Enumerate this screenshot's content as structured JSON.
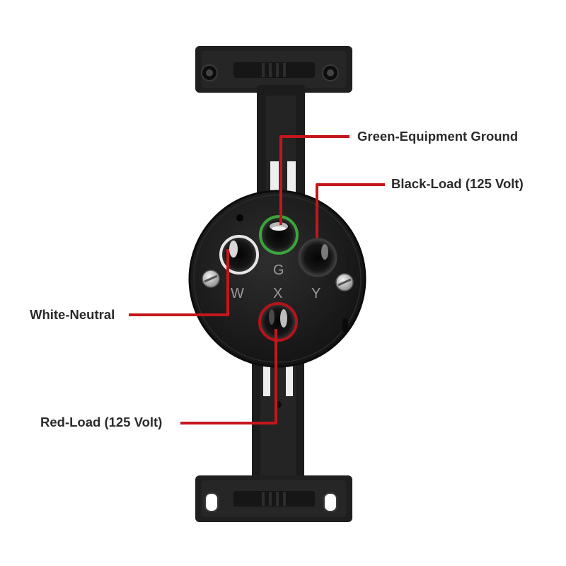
{
  "diagram": {
    "labels": {
      "green_ground": "Green-Equipment Ground",
      "black_load": "Black-Load (125 Volt)",
      "white_neutral": "White-Neutral",
      "red_load": "Red-Load (125 Volt)"
    },
    "terminal_letters": {
      "g": "G",
      "w": "W",
      "x": "X",
      "y": "Y"
    },
    "colors": {
      "leader_line": "#c4161c",
      "ground_ring": "#3aa63a",
      "red_ring": "#b3141b",
      "white_ring": "#e6e6e6",
      "body": "#1c1c1c",
      "label_text": "#2b2b2b"
    },
    "icons": [
      "outlet-receptacle-icon",
      "mounting-screw-icon"
    ]
  }
}
